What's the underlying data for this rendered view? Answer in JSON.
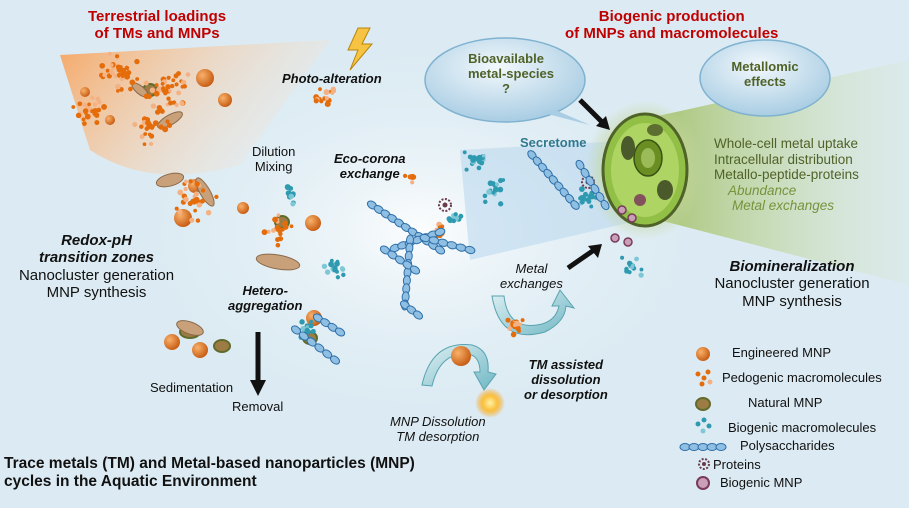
{
  "top_left": {
    "line1": "Terrestrial  loadings",
    "line2": "of TMs and MNPs"
  },
  "top_right": {
    "line1": "Biogenic production",
    "line2": "of MNPs and macromolecules"
  },
  "bubble_left": {
    "line1": "Bioavailable",
    "line2": "metal-species",
    "line3": "?"
  },
  "bubble_right": {
    "line1": "Metallomic",
    "line2": "effects"
  },
  "photo_alteration": "Photo-alteration",
  "dilution": {
    "line1": "Dilution",
    "line2": "Mixing"
  },
  "eco_corona": {
    "line1": "Eco-corona",
    "line2": "exchange"
  },
  "secretome": "Secretome",
  "redox": {
    "line1": "Redox-pH",
    "line2": "transition zones",
    "line3": "Nanocluster generation",
    "line4": "MNP synthesis"
  },
  "hetero": {
    "line1": "Hetero-",
    "line2": "aggregation"
  },
  "sedimentation": "Sedimentation",
  "removal": "Removal",
  "metal_exchanges": {
    "line1": "Metal",
    "line2": "exchanges"
  },
  "tm_assisted": {
    "line1": "TM assisted",
    "line2": "dissolution",
    "line3": "or desorption"
  },
  "mnp_dissolution": {
    "line1": "MNP Dissolution",
    "line2": "TM desorption"
  },
  "cell_effects": [
    "Whole-cell  metal uptake",
    "Intracellular distribution",
    "Metallo-peptide-proteins"
  ],
  "cell_effects_light": [
    "Abundance",
    "Metal exchanges"
  ],
  "biomineral": {
    "line1": "Biomineralization",
    "line2": "Nanocluster generation",
    "line3": "MNP synthesis"
  },
  "legend": [
    {
      "icon": "engineered-mnp-icon",
      "label": "Engineered MNP"
    },
    {
      "icon": "pedogenic-icon",
      "label": "Pedogenic macromolecules"
    },
    {
      "icon": "natural-mnp-icon",
      "label": "Natural MNP"
    },
    {
      "icon": "biogenic-macro-icon",
      "label": "Biogenic macromolecules"
    },
    {
      "icon": "polysaccharide-icon",
      "label": "Polysaccharides"
    },
    {
      "icon": "protein-icon",
      "label": "Proteins"
    },
    {
      "icon": "biogenic-mnp-icon",
      "label": "Biogenic MNP"
    }
  ],
  "footer": {
    "line1": "Trace metals (TM) and Metal-based nanoparticles (MNP)",
    "line2": "cycles in the Aquatic Environment"
  },
  "colors": {
    "background": "#dcebf3",
    "title_red": "#c00000",
    "cell_green": "#4f6228",
    "light_green": "#77933c",
    "orange": "#e46c0a"
  }
}
